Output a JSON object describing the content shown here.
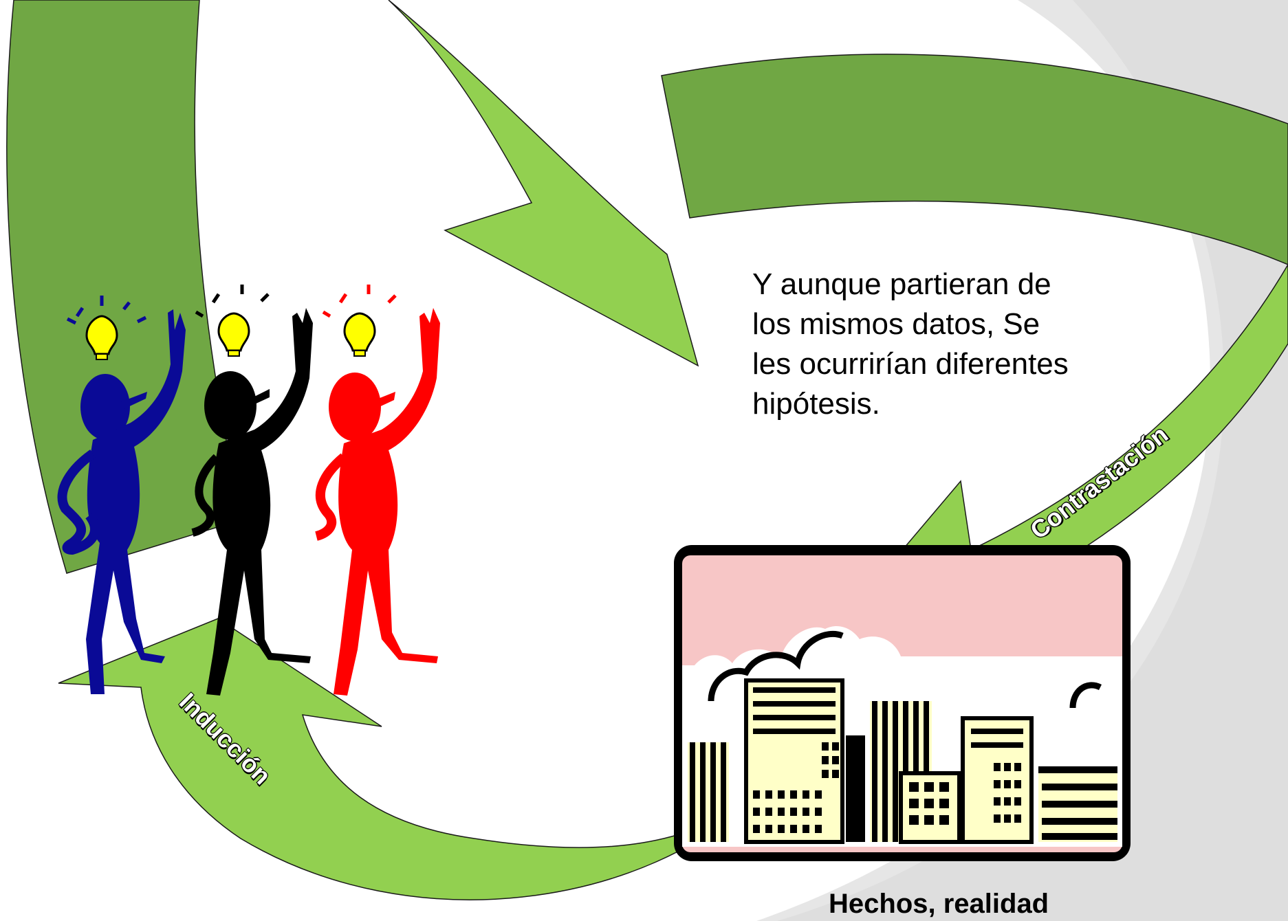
{
  "body_text": {
    "lines": [
      "Y aunque partieran de",
      "los mismos datos, Se",
      "les ocurrirían diferentes",
      "hipótesis."
    ]
  },
  "labels": {
    "contrastacion": "Contrastación",
    "induccion": "Inducción",
    "hechos": "Hechos, realidad"
  },
  "colors": {
    "arrow_light": "#92d050",
    "arrow_dark": "#70a744",
    "figure_blue": "#0a0a96",
    "figure_black": "#000000",
    "figure_red": "#ff0000",
    "bulb": "#ffff00",
    "sky": "#f7c6c6",
    "building_fill": "#ffffc8",
    "page_gray": "#e6e6e6"
  },
  "icons": [
    "lightbulb-icon",
    "city-buildings-icon"
  ]
}
